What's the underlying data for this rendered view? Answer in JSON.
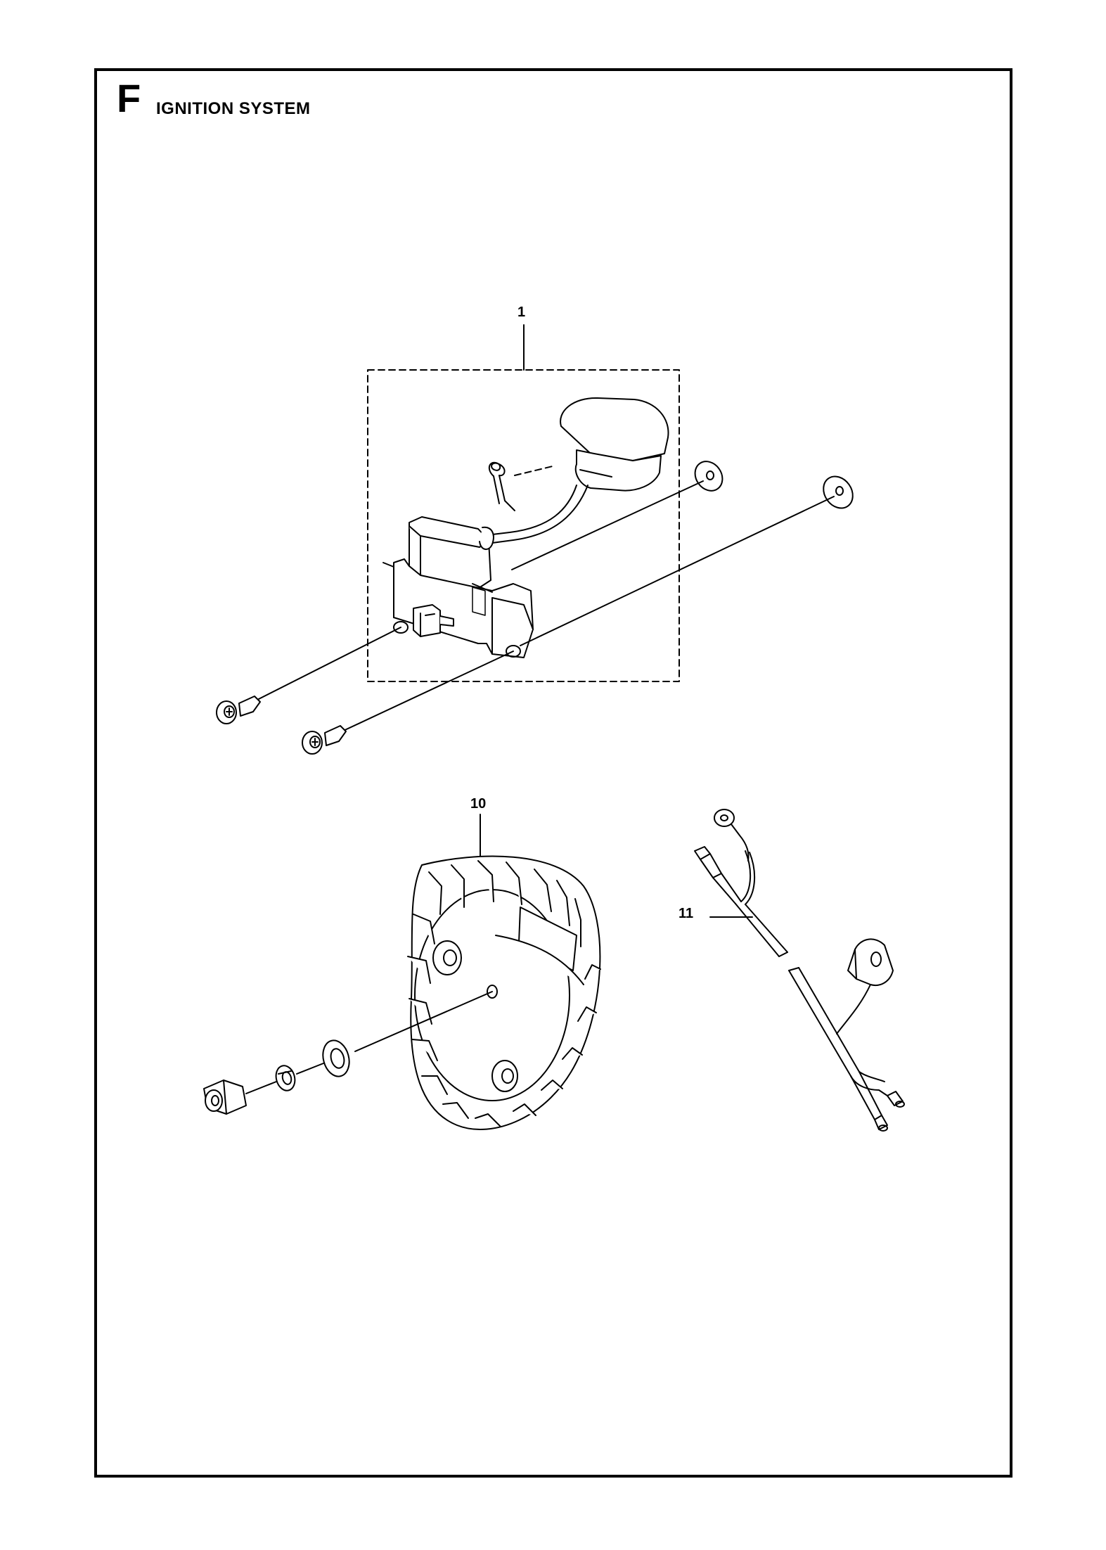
{
  "header": {
    "section_letter": "F",
    "section_title": "IGNITION SYSTEM"
  },
  "callouts": [
    {
      "id": "ignition-module",
      "label": "1"
    },
    {
      "id": "flywheel",
      "label": "10"
    },
    {
      "id": "wire-harness",
      "label": "11"
    }
  ]
}
